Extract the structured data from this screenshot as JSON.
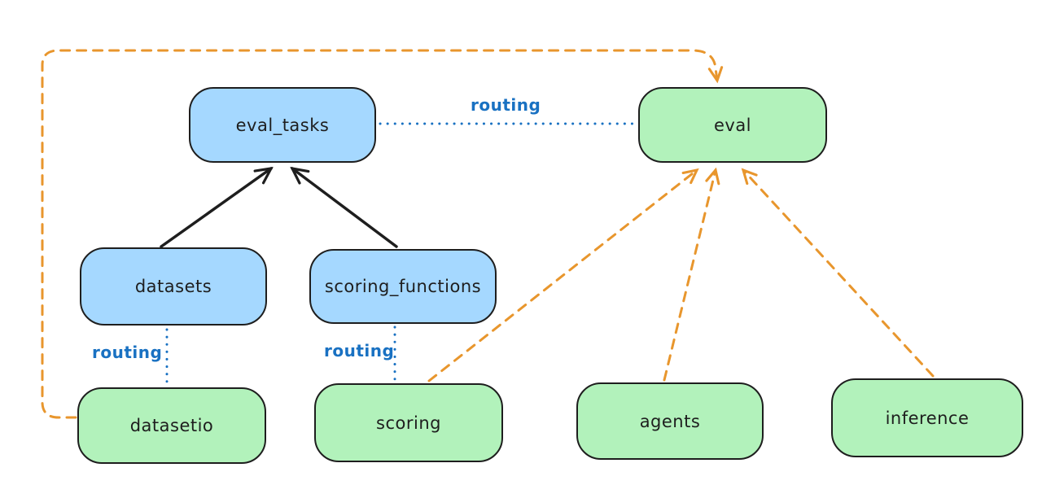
{
  "diagram": {
    "nodes": [
      {
        "id": "eval_tasks",
        "label": "eval_tasks",
        "fill": "#a5d8ff"
      },
      {
        "id": "eval",
        "label": "eval",
        "fill": "#b2f2bb"
      },
      {
        "id": "datasets",
        "label": "datasets",
        "fill": "#a5d8ff"
      },
      {
        "id": "scoring_functions",
        "label": "scoring_functions",
        "fill": "#a5d8ff"
      },
      {
        "id": "datasetio",
        "label": "datasetio",
        "fill": "#b2f2bb"
      },
      {
        "id": "scoring",
        "label": "scoring",
        "fill": "#b2f2bb"
      },
      {
        "id": "agents",
        "label": "agents",
        "fill": "#b2f2bb"
      },
      {
        "id": "inference",
        "label": "inference",
        "fill": "#b2f2bb"
      }
    ],
    "edges": [
      {
        "from": "datasets",
        "to": "eval_tasks",
        "style": "solid",
        "color": "#1e1e1e",
        "arrow": true,
        "label": ""
      },
      {
        "from": "scoring_functions",
        "to": "eval_tasks",
        "style": "solid",
        "color": "#1e1e1e",
        "arrow": true,
        "label": ""
      },
      {
        "from": "eval_tasks",
        "to": "eval",
        "style": "dotted",
        "color": "#1971c2",
        "arrow": false,
        "label": "routing"
      },
      {
        "from": "datasets",
        "to": "datasetio",
        "style": "dotted",
        "color": "#1971c2",
        "arrow": false,
        "label": "routing"
      },
      {
        "from": "scoring_functions",
        "to": "scoring",
        "style": "dotted",
        "color": "#1971c2",
        "arrow": false,
        "label": "routing"
      },
      {
        "from": "datasetio",
        "to": "eval",
        "style": "dashed",
        "color": "#e8962d",
        "arrow": true,
        "label": ""
      },
      {
        "from": "scoring",
        "to": "eval",
        "style": "dashed",
        "color": "#e8962d",
        "arrow": true,
        "label": ""
      },
      {
        "from": "agents",
        "to": "eval",
        "style": "dashed",
        "color": "#e8962d",
        "arrow": true,
        "label": ""
      },
      {
        "from": "inference",
        "to": "eval",
        "style": "dashed",
        "color": "#e8962d",
        "arrow": true,
        "label": ""
      }
    ],
    "colors": {
      "blue_fill": "#a5d8ff",
      "green_fill": "#b2f2bb",
      "stroke": "#1e1e1e",
      "routing_blue": "#1971c2",
      "orange": "#e8962d",
      "background": "#ffffff"
    }
  }
}
